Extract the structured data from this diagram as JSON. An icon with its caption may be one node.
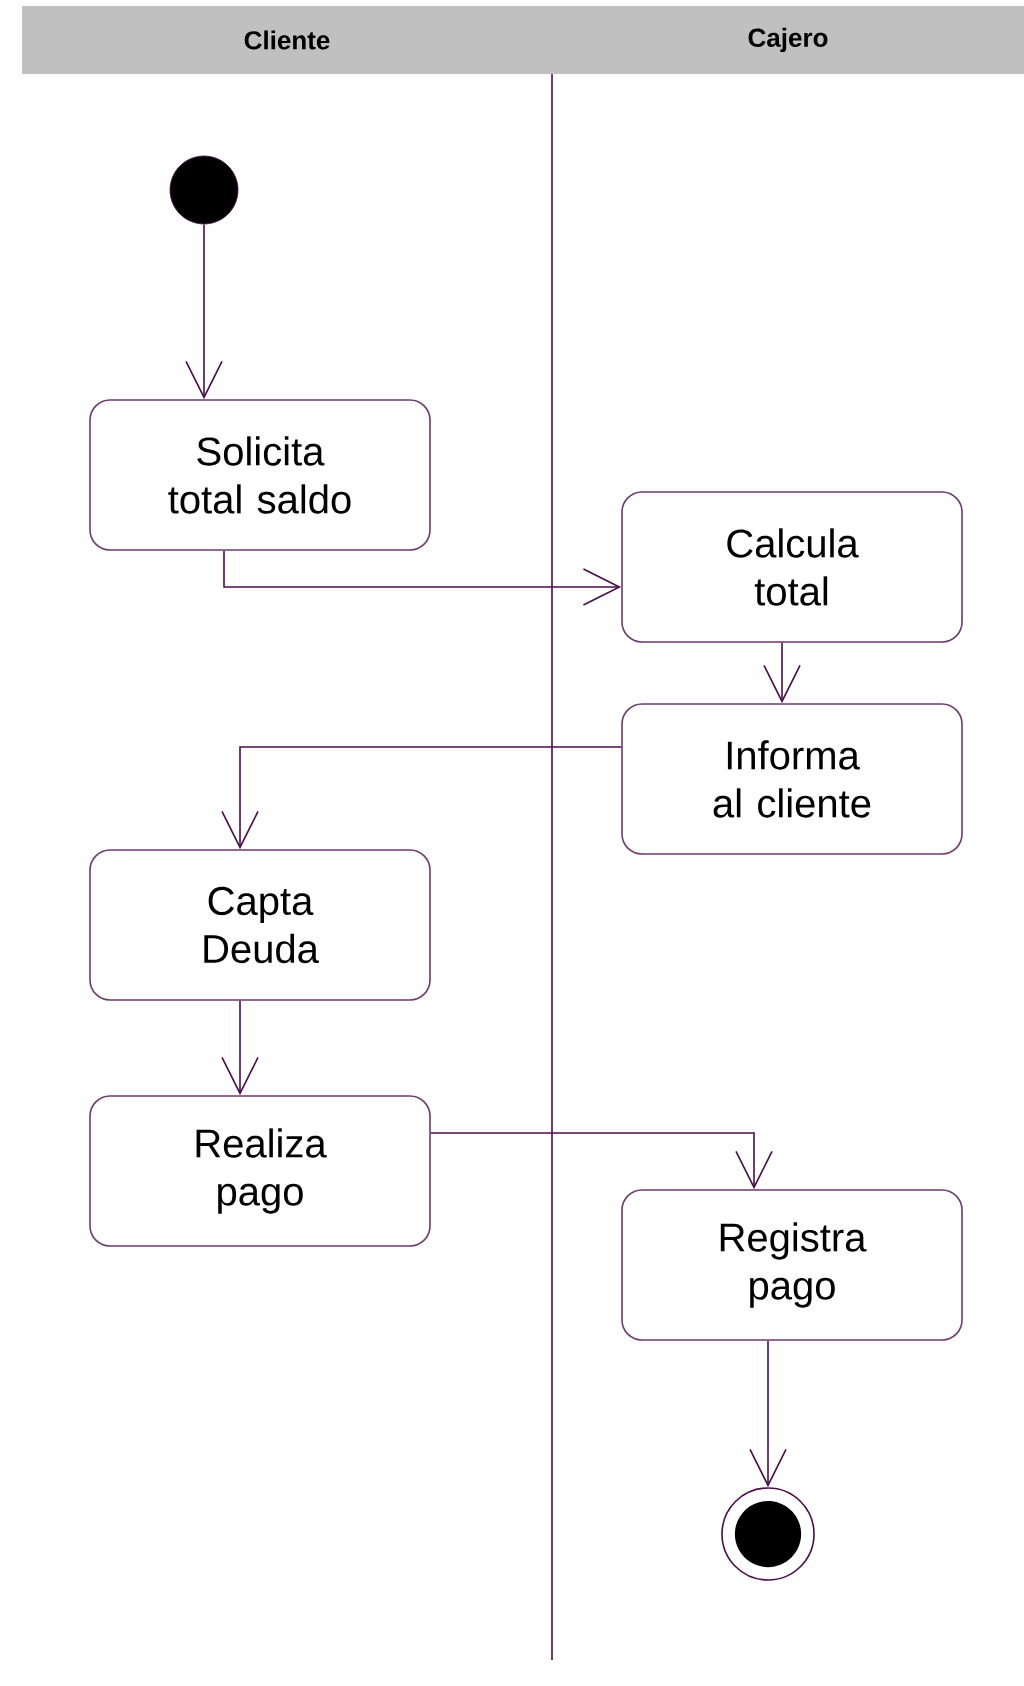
{
  "diagram": {
    "nodes": [
      {
        "text": [
          "Cliente"
        ]
      },
      {
        "text": [
          "Cajero"
        ]
      },
      {
        "text": [],
        "shape": "circle"
      },
      {
        "text": [
          "Solicita total saldo"
        ]
      },
      {
        "text": [
          "Calcula total"
        ]
      },
      {
        "text": [
          "Informa al cliente"
        ]
      },
      {
        "text": [
          "Capta Deuda"
        ]
      },
      {
        "text": [
          "Realiza pago"
        ]
      },
      {
        "text": [
          "Registra pago"
        ]
      },
      {
        "text": [],
        "shape": "bullseye"
      }
    ],
    "edges": [
      {
        "from": 2,
        "to": 3,
        "arrow": "to"
      },
      {
        "from": 3,
        "to": 4,
        "arrow": "to"
      },
      {
        "from": 4,
        "to": 5,
        "arrow": "to"
      },
      {
        "from": 5,
        "to": 6,
        "arrow": "to"
      },
      {
        "from": 6,
        "to": 7,
        "arrow": "to"
      },
      {
        "from": 7,
        "to": 8,
        "arrow": "to"
      },
      {
        "from": 8,
        "to": 9,
        "arrow": "to"
      }
    ]
  }
}
